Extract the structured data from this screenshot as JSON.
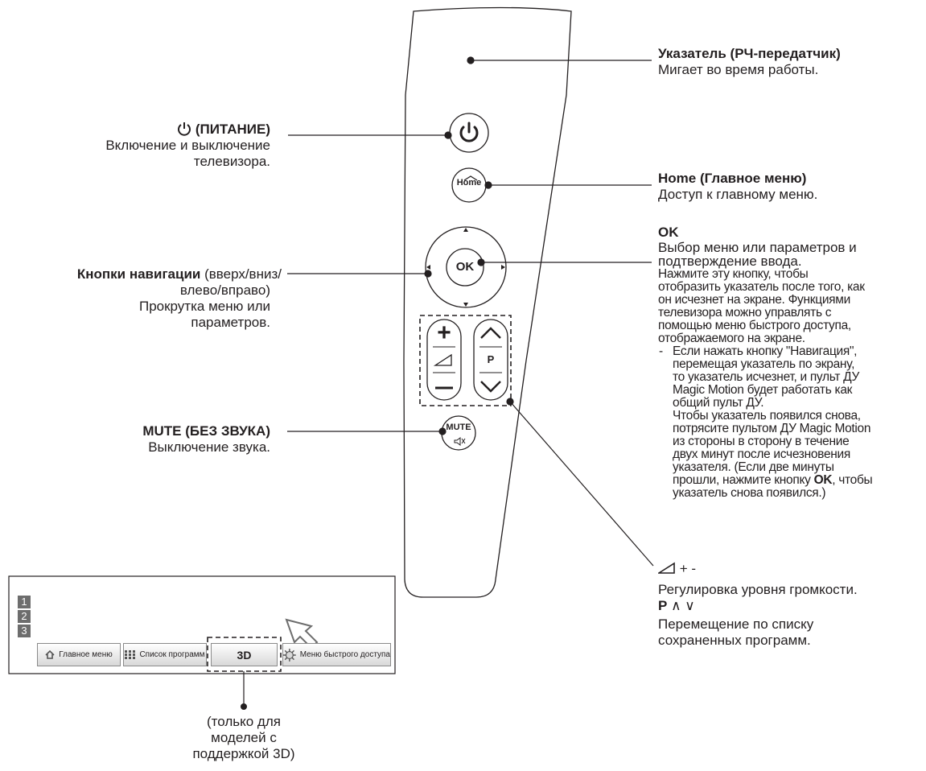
{
  "callouts": {
    "pointer": {
      "title": "Указатель (РЧ-передатчик)",
      "desc": "Мигает во время работы."
    },
    "power": {
      "icon": "power-icon",
      "title": "(ПИТАНИЕ)",
      "desc_1": "Включение и выключение",
      "desc_2": "телевизора."
    },
    "home": {
      "title": "Home (Главное меню)",
      "desc": "Доступ к главному меню."
    },
    "ok": {
      "title": "OK",
      "line_1": "Выбор меню или параметров и",
      "line_2": "подтверждение ввода.",
      "details": [
        "Нажмите эту кнопку, чтобы",
        "отобразить указатель после того, как",
        "он исчезнет на экране. Функциями",
        "телевизора можно управлять с",
        "помощью меню быстрого доступа,",
        "отображаемого на экране."
      ],
      "dash": "-",
      "sub_1": [
        "Если нажать кнопку \"Навигация\",",
        "перемещая указатель по экрану,",
        "то указатель исчезнет, и пульт ДУ",
        "Magic Motion будет работать как",
        "общий пульт ДУ."
      ],
      "sub_2": [
        "Чтобы указатель появился снова,",
        "потрясите пультом ДУ Magic Motion",
        "из стороны в сторону в течение",
        "двух минут после исчезновения",
        "указателя. (Если две минуты"
      ],
      "sub_3_a": "прошли, нажмите кнопку ",
      "sub_3_bold": "OK",
      "sub_3_b": ", чтобы",
      "sub_4": "указатель снова появился.)"
    },
    "nav": {
      "title": "Кнопки навигации",
      "paren": " (вверх/вниз/",
      "line_2": "влево/вправо)",
      "line_3": "Прокрутка меню или",
      "line_4": "параметров."
    },
    "mute": {
      "title": "MUTE (БЕЗ ЗВУКА)",
      "desc": "Выключение звука."
    },
    "volume": {
      "icon": "volume-ramp-icon",
      "title": "+ -",
      "desc": "Регулировка уровня громкости."
    },
    "program": {
      "title": "P",
      "arrows": "∧ ∨",
      "desc_1": "Перемещение по списку",
      "desc_2": "сохраненных программ."
    }
  },
  "remote": {
    "power_icon": "power-icon",
    "home_label": "Home",
    "ok_label": "OK",
    "volume_plus": "+",
    "volume_minus": "−",
    "channel_label": "P",
    "mute_label": "MUTE"
  },
  "osd": {
    "numbers": [
      "1",
      "2",
      "3"
    ],
    "buttons": {
      "home": {
        "icon": "home-icon",
        "label": "Главное меню"
      },
      "channels": {
        "icon": "grid-icon",
        "label": "Список программ"
      },
      "three_d": {
        "label": "3D"
      },
      "quick": {
        "icon": "gear-icon",
        "label": "Меню быстрого доступа"
      }
    },
    "note": [
      "(только для",
      "моделей с",
      "поддержкой 3D)"
    ]
  }
}
